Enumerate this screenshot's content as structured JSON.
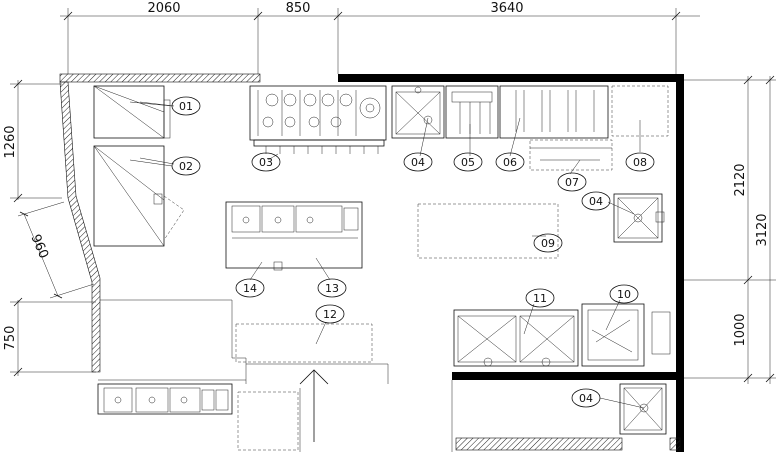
{
  "dimensions": {
    "top": [
      "2060",
      "850",
      "3640"
    ],
    "right": [
      "2120",
      "3120",
      "1000"
    ],
    "left": [
      "1260",
      "960",
      "750"
    ]
  },
  "equipment_tags": [
    "01",
    "02",
    "03",
    "04",
    "05",
    "06",
    "07",
    "08",
    "04",
    "09",
    "11",
    "10",
    "12",
    "14",
    "13",
    "04"
  ]
}
